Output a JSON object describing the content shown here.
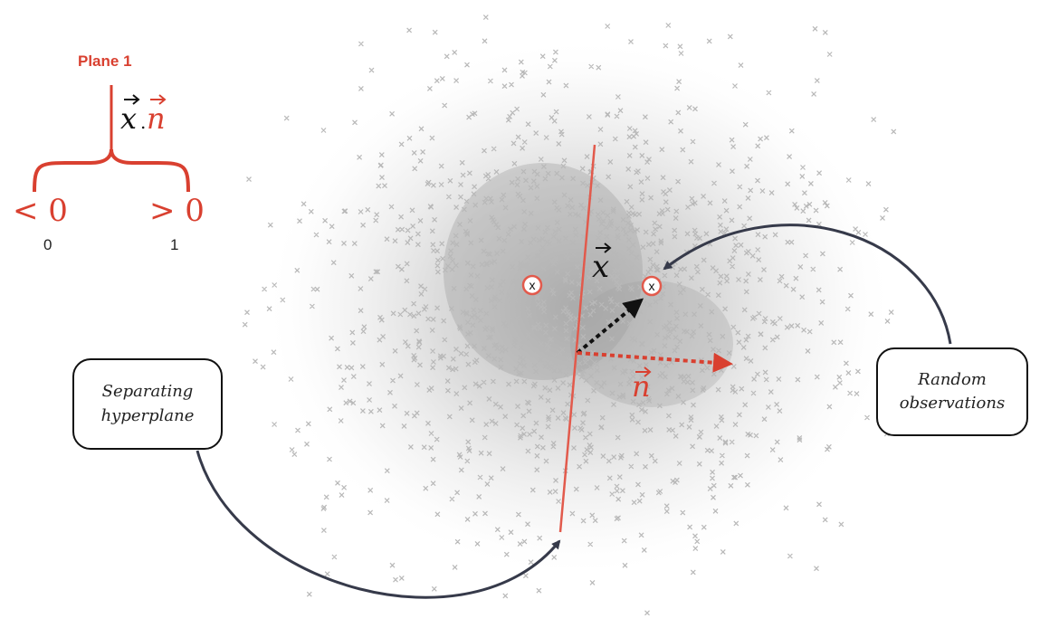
{
  "plane_title": "Plane 1",
  "dot_product_label": {
    "x": "x",
    "dot": ".",
    "n": "n"
  },
  "comparisons": {
    "left": "< 0",
    "right": "> 0"
  },
  "hash_values": {
    "left": "0",
    "right": "1"
  },
  "vector_labels": {
    "x": "x",
    "n": "n"
  },
  "observation_marker": "x",
  "callouts": {
    "separating": {
      "line1": "Separating",
      "line2": "hyperplane"
    },
    "random": {
      "line1": "Random",
      "line2": "observations"
    }
  },
  "colors": {
    "accent_red": "#d94030",
    "arrow_dark": "#363a4a",
    "points": "#b8b8b8"
  }
}
